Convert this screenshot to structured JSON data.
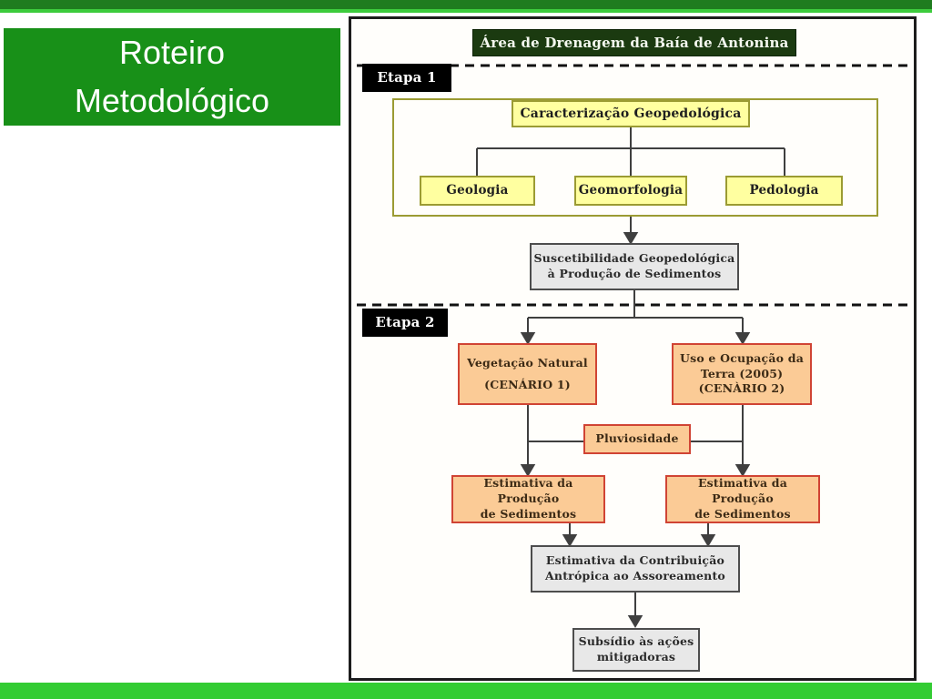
{
  "slide": {
    "title": "Roteiro\nMetodológico"
  },
  "flowchart": {
    "header": "Área de Drenagem da Baía de Antonina",
    "stages": {
      "etapa1": "Etapa 1",
      "etapa2": "Etapa 2"
    },
    "nodes": {
      "caracterizacao": "Caracterização Geopedológica",
      "geologia": "Geologia",
      "geomorfologia": "Geomorfologia",
      "pedologia": "Pedologia",
      "suscetibilidade": "Suscetibilidade Geopedológica\nà Produção de Sedimentos",
      "cenario1": "Vegetação Natural\n(CENÁRIO 1)",
      "cenario2": "Uso e Ocupação da\nTerra (2005)\n(CENÀRIO 2)",
      "pluviosidade": "Pluviosidade",
      "estimativa_esq": "Estimativa da Produção\nde Sedimentos",
      "estimativa_dir": "Estimativa da Produção\nde Sedimentos",
      "contribuicao": "Estimativa da Contribuição\nAntrópica ao Assoreamento",
      "subsidio": "Subsídio às ações\nmitigadoras"
    }
  },
  "colors": {
    "slide_green": "#189018",
    "top_bar_green": "#1f7c1f",
    "accent_green": "#3dcb3d",
    "bottom_bar_green": "#33cc33",
    "header_dark_green": "#1b3a10",
    "stage_black": "#000000",
    "yellow_fill": "#ffffa0",
    "yellow_border": "#9b9b33",
    "orange_fill": "#fbcb96",
    "orange_border": "#d04434",
    "gray_fill": "#e8e8e8",
    "connector_gray": "#3f3f3f"
  }
}
